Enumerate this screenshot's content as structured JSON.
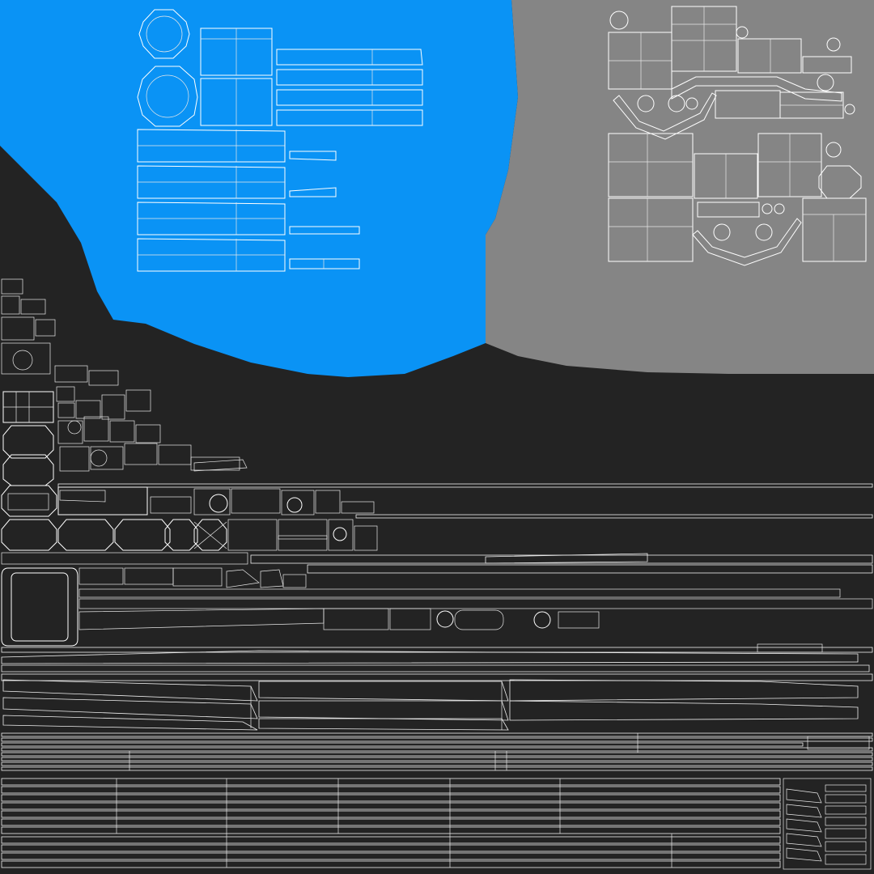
{
  "uv_layout": {
    "colors": {
      "background": "#232323",
      "blue_region": "#0a93f5",
      "gray_region": "#858585",
      "wireframe": "#ffffff"
    },
    "regions": [
      "blue-material-region",
      "gray-material-region",
      "dark-material-region"
    ]
  }
}
